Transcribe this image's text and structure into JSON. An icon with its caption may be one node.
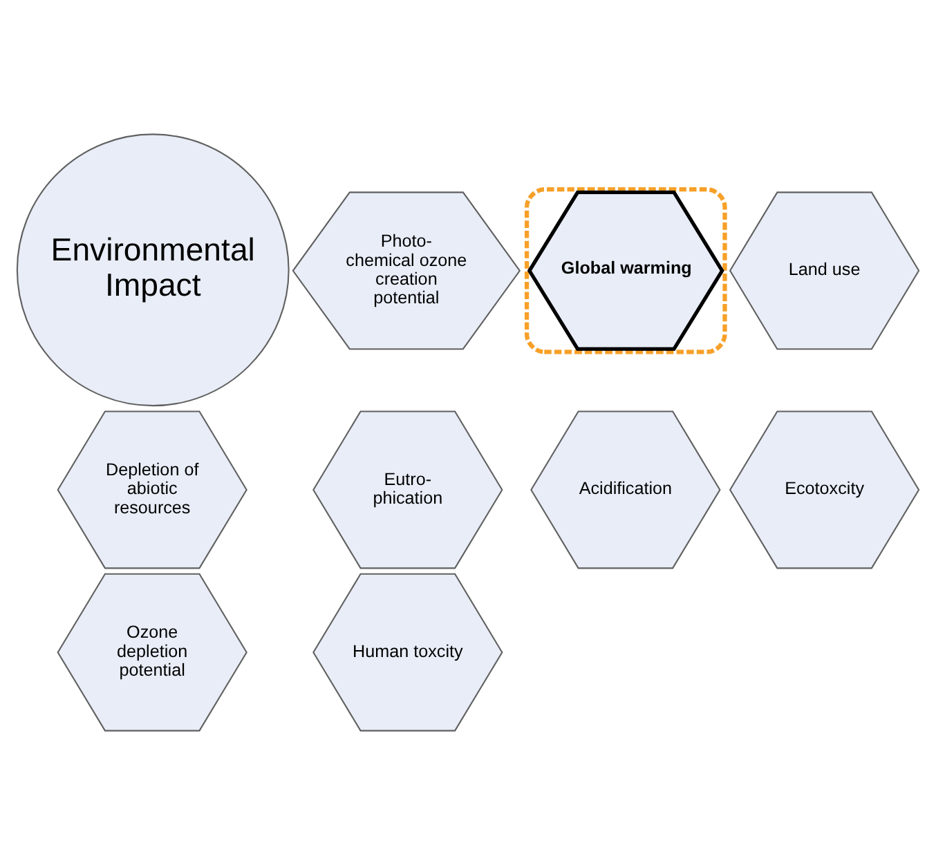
{
  "diagram": {
    "nodes": [
      {
        "text": [
          "Land use"
        ]
      },
      {
        "text": [
          "Depletion of abiotic resources"
        ]
      },
      {
        "text": [
          "Eutro- phication"
        ]
      },
      {
        "text": [],
        "shape": "box"
      },
      {
        "text": [
          "Global warming"
        ],
        "in": 3
      },
      {
        "text": [
          "Environmental Impact"
        ]
      },
      {
        "text": [
          "Photo- chemical ozone creation potential"
        ]
      },
      {
        "text": [
          "Acidification"
        ]
      },
      {
        "text": [
          "Ecotoxcity"
        ]
      },
      {
        "text": [
          "Ozone depletion potential"
        ]
      },
      {
        "text": [
          "Human toxcity"
        ]
      }
    ],
    "edges": []
  }
}
